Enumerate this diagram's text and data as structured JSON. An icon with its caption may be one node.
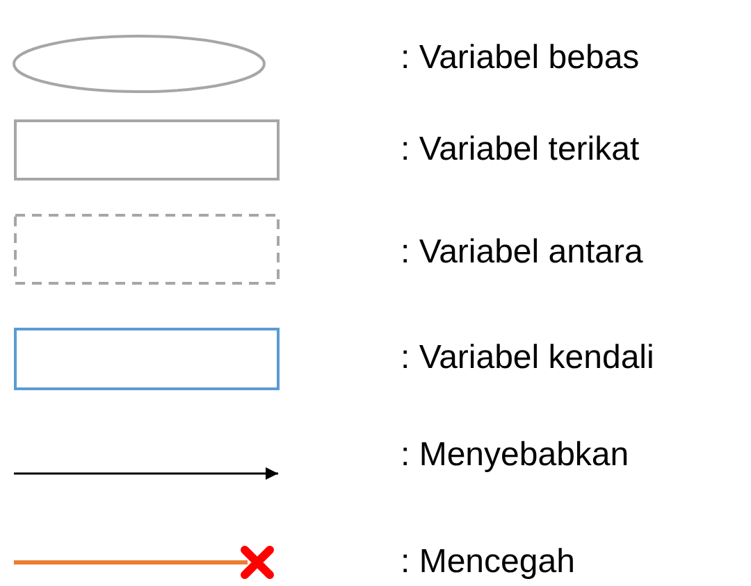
{
  "diagram": {
    "legend": [
      {
        "text": ": Variabel bebas"
      },
      {
        "text": ": Variabel terikat"
      },
      {
        "text": ": Variabel antara"
      },
      {
        "text": ": Variabel kendali"
      },
      {
        "text": ": Menyebabkan"
      },
      {
        "text": ": Mencegah"
      }
    ]
  }
}
